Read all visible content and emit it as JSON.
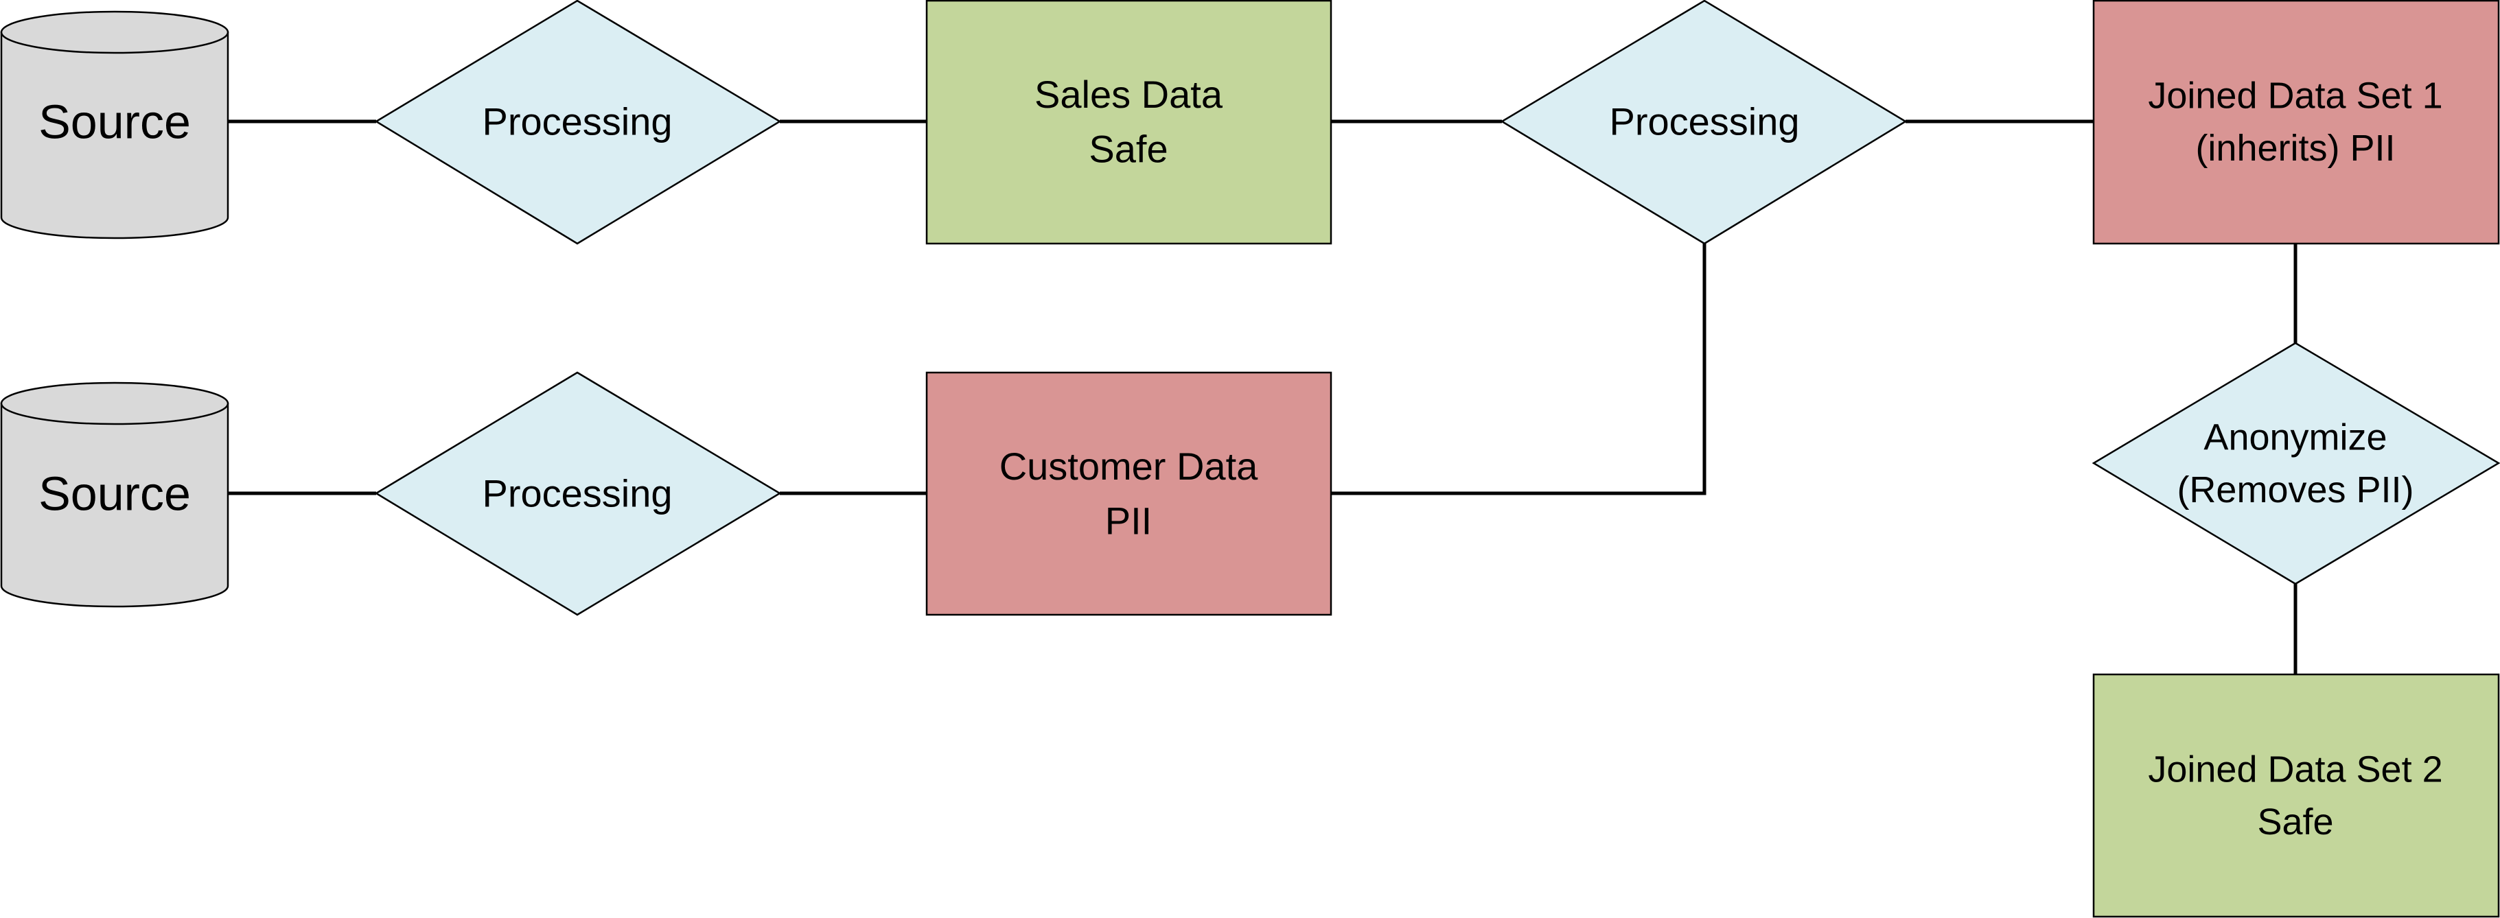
{
  "colors": {
    "source_fill": "#d9d9d9",
    "process_fill": "#dbeef3",
    "safe_fill": "#c3d69b",
    "pii_fill": "#d99594",
    "line": "#000000"
  },
  "nodes": {
    "source_top": {
      "lines": [
        "Source"
      ]
    },
    "source_bottom": {
      "lines": [
        "Source"
      ]
    },
    "processing_top": {
      "lines": [
        "Processing"
      ]
    },
    "processing_bottom": {
      "lines": [
        "Processing"
      ]
    },
    "processing_join": {
      "lines": [
        "Processing"
      ]
    },
    "sales_data": {
      "lines": [
        "Sales Data",
        "Safe"
      ]
    },
    "customer_data": {
      "lines": [
        "Customer Data",
        "PII"
      ]
    },
    "joined_1": {
      "lines": [
        "Joined Data Set 1",
        "(inherits) PII"
      ]
    },
    "anonymize": {
      "lines": [
        "Anonymize",
        "(Removes PII)"
      ]
    },
    "joined_2": {
      "lines": [
        "Joined Data Set 2",
        "Safe"
      ]
    }
  }
}
